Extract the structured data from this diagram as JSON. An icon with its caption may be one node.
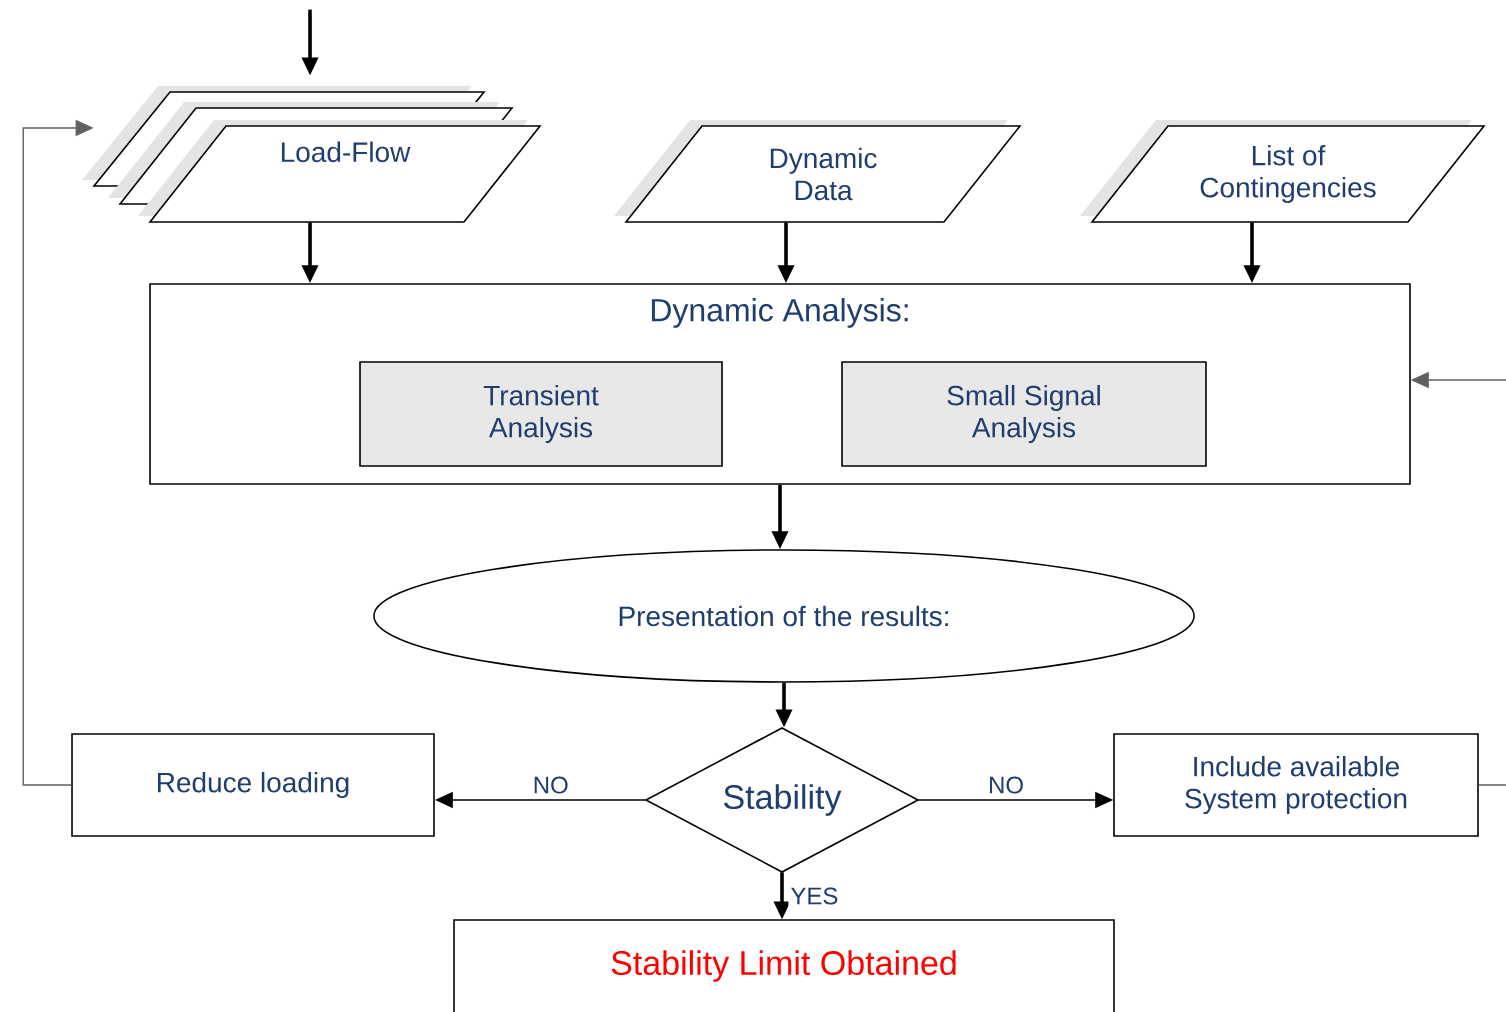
{
  "diagram": {
    "nodes": [
      {
        "text": [
          "Load-Flow"
        ]
      },
      {
        "text": [
          "Dynamic Data"
        ]
      },
      {
        "text": [
          "List of Contingencies"
        ]
      },
      {
        "text": [
          "Dynamic Analysis:"
        ]
      },
      {
        "text": [
          "Transient Analysis"
        ],
        "in": 3
      },
      {
        "text": [
          "Small Signal Analysis"
        ],
        "in": 3
      },
      {
        "text": [
          "Presentation of the results:"
        ]
      },
      {
        "text": [
          "Reduce loading"
        ]
      },
      {
        "text": [
          "Stability"
        ]
      },
      {
        "text": [
          "Include available System protection"
        ]
      },
      {
        "text": [
          "Stability Limit Obtained"
        ]
      }
    ],
    "edges": [
      {
        "from": null,
        "to": 0,
        "arrow": "to"
      },
      {
        "from": 0,
        "to": 3,
        "arrow": "to"
      },
      {
        "from": 1,
        "to": 3,
        "arrow": "to"
      },
      {
        "from": 2,
        "to": 3,
        "arrow": "to"
      },
      {
        "from": 3,
        "to": 6,
        "arrow": "to"
      },
      {
        "from": 6,
        "to": 8,
        "arrow": "to"
      },
      {
        "from": 8,
        "to": 7,
        "arrow": "to",
        "label": "NO"
      },
      {
        "from": 8,
        "to": 9,
        "arrow": "to",
        "label": "NO"
      },
      {
        "from": 8,
        "to": 10,
        "arrow": "to",
        "label": "YES"
      },
      {
        "from": 7,
        "to": 0,
        "arrow": "to",
        "color": "#606060"
      },
      {
        "from": 9,
        "to": 3,
        "arrow": "to",
        "color": "#606060"
      }
    ]
  }
}
